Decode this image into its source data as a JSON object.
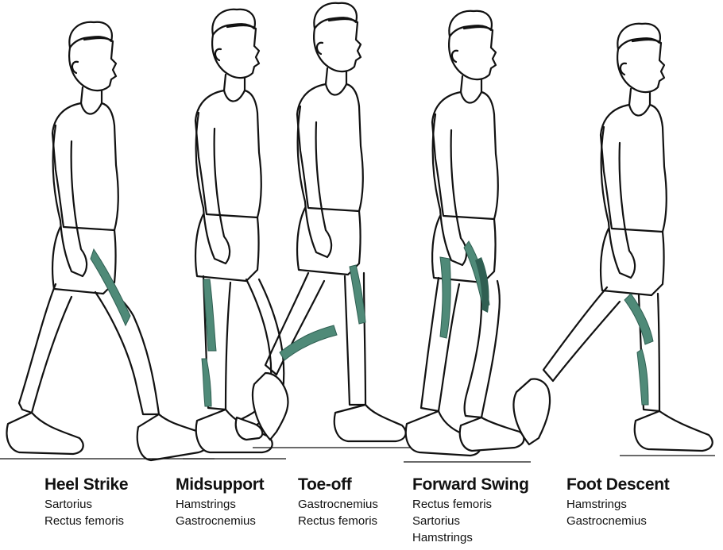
{
  "figure": {
    "phases": [
      {
        "name": "Heel Strike",
        "muscles": [
          "Sartorius",
          "Rectus femoris"
        ]
      },
      {
        "name": "Midsupport",
        "muscles": [
          "Hamstrings",
          "Gastrocnemius"
        ]
      },
      {
        "name": "Toe-off",
        "muscles": [
          "Gastrocnemius",
          "Rectus femoris"
        ]
      },
      {
        "name": "Forward Swing",
        "muscles": [
          "Rectus femoris",
          "Sartorius",
          "Hamstrings"
        ]
      },
      {
        "name": "Foot Descent",
        "muscles": [
          "Hamstrings",
          "Gastrocnemius"
        ]
      }
    ]
  },
  "colors": {
    "line": "#111111",
    "muscle_highlight": "#4f8a78",
    "shading": "#2f5f52"
  }
}
